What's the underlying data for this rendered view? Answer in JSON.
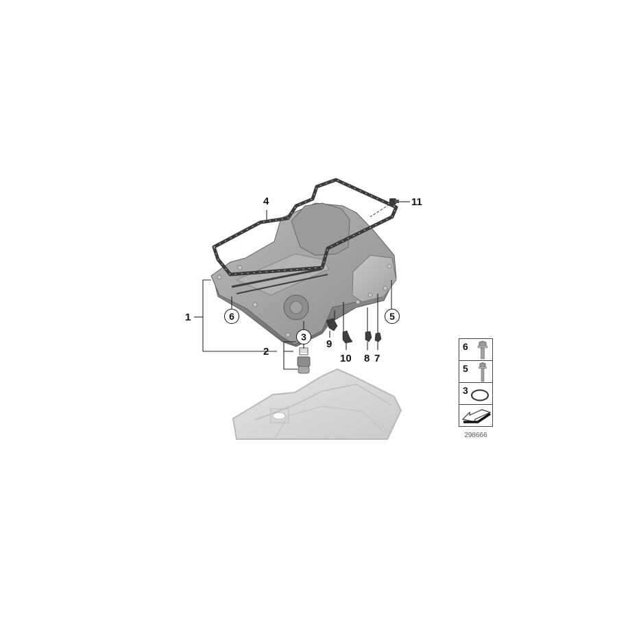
{
  "diagram": {
    "type": "exploded-parts-diagram",
    "subject": "oil pan assembly",
    "background": "#ffffff",
    "part_color": "#a9a9ab",
    "part_shadow": "#7d7d80",
    "gasket_color": "#3b3b3d",
    "lower_cover_color": "#d7d7d9"
  },
  "callouts": [
    {
      "id": "1",
      "label": "1",
      "style": "plain"
    },
    {
      "id": "2",
      "label": "2",
      "style": "plain"
    },
    {
      "id": "3",
      "label": "3",
      "style": "circled"
    },
    {
      "id": "4",
      "label": "4",
      "style": "plain"
    },
    {
      "id": "5",
      "label": "5",
      "style": "circled"
    },
    {
      "id": "6",
      "label": "6",
      "style": "circled"
    },
    {
      "id": "7",
      "label": "7",
      "style": "plain"
    },
    {
      "id": "8",
      "label": "8",
      "style": "plain"
    },
    {
      "id": "9",
      "label": "9",
      "style": "plain"
    },
    {
      "id": "10",
      "label": "10",
      "style": "plain"
    },
    {
      "id": "11",
      "label": "11",
      "style": "plain"
    }
  ],
  "legend": {
    "items": [
      {
        "number": "6",
        "icon": "bolt-short-icon"
      },
      {
        "number": "5",
        "icon": "bolt-long-icon"
      },
      {
        "number": "3",
        "icon": "o-ring-icon"
      },
      {
        "number": "",
        "icon": "arrow-reference-icon"
      }
    ],
    "reference_number": "298666"
  }
}
